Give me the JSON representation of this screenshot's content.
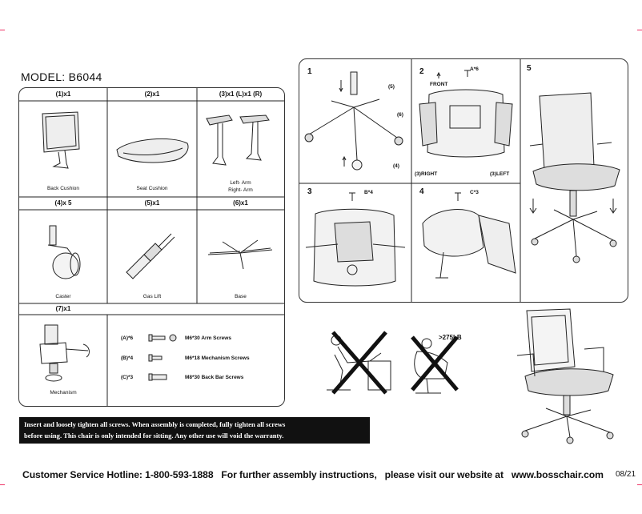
{
  "model": "MODEL: B6044",
  "parts": {
    "headers": [
      "(1)x1",
      "(2)x1",
      "(3)x1 (L)x1 (R)",
      "(4)x 5",
      "(5)x1",
      "(6)x1",
      "(7)x1"
    ],
    "captions": {
      "back_cushion": "Back Cushion",
      "seat_cushion": "Seat Cushion",
      "arm_left": "Left- Arm",
      "arm_right": "Right- Arm",
      "caster": "Caster",
      "gas_lift": "Gas Lift",
      "base": "Base",
      "mechanism": "Mechanism"
    },
    "screws": [
      {
        "label": "(A)*6",
        "spec": "M6*30  Arm Screws"
      },
      {
        "label": "(B)*4",
        "spec": "M6*18  Mechanism Screws"
      },
      {
        "label": "(C)*3",
        "spec": "M8*30  Back Bar Screws"
      }
    ]
  },
  "steps": {
    "numbers": [
      "1",
      "2",
      "3",
      "4",
      "5"
    ],
    "step1_callouts": [
      "(5)",
      "(6)",
      "(4)"
    ],
    "step2": {
      "screw": "A*6",
      "front": "FRONT",
      "right": "(3)RIGHT",
      "left": "(3)LEFT"
    },
    "step3_screw": "B*4",
    "step4_screw": "C*3"
  },
  "warning_label": ">275LB",
  "notice": {
    "line1": "Insert and loosely tighten all screws. When assembly is completed, fully tighten all screws",
    "line2": "before using. This chair is only intended for sitting. Any other use will void the warranty."
  },
  "footer": {
    "hotline": "Customer Service Hotline: 1-800-593-1888",
    "further": "For further assembly instructions,",
    "visit": "please visit our website at",
    "website": "www.bosschair.com",
    "date": "08/21"
  }
}
